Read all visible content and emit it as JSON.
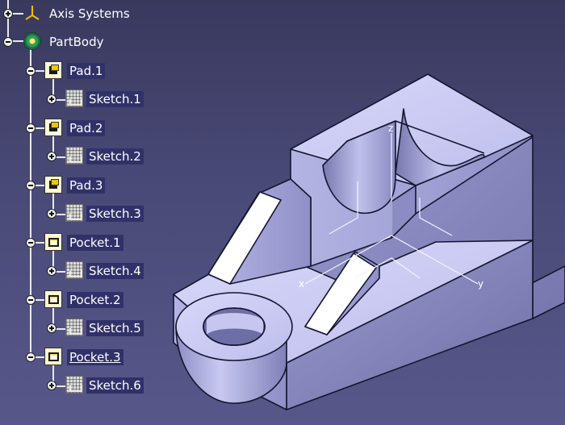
{
  "tree": {
    "axis_systems": {
      "label": "Axis Systems",
      "icon": "axis-system-icon"
    },
    "part_body": {
      "label": "PartBody",
      "icon": "part-body-icon"
    },
    "features": [
      {
        "label": "Pad.1",
        "icon": "pad-icon",
        "child": "Sketch.1"
      },
      {
        "label": "Pad.2",
        "icon": "pad-icon",
        "child": "Sketch.2"
      },
      {
        "label": "Pad.3",
        "icon": "pad-icon",
        "child": "Sketch.3"
      },
      {
        "label": "Pocket.1",
        "icon": "pocket-icon",
        "child": "Sketch.4"
      },
      {
        "label": "Pocket.2",
        "icon": "pocket-icon",
        "child": "Sketch.5"
      },
      {
        "label": "Pocket.3",
        "icon": "pocket-icon",
        "child": "Sketch.6"
      }
    ]
  },
  "viewport": {
    "axis_labels": {
      "z": "z",
      "x": "x",
      "y": "y"
    },
    "colors": {
      "background_top": "#39395e",
      "background_bottom": "#57578a",
      "part_top": "#c9c9f2",
      "part_side_light": "#a9a9dc",
      "part_side_dark": "#7e7eb6",
      "edge": "#151530"
    }
  }
}
